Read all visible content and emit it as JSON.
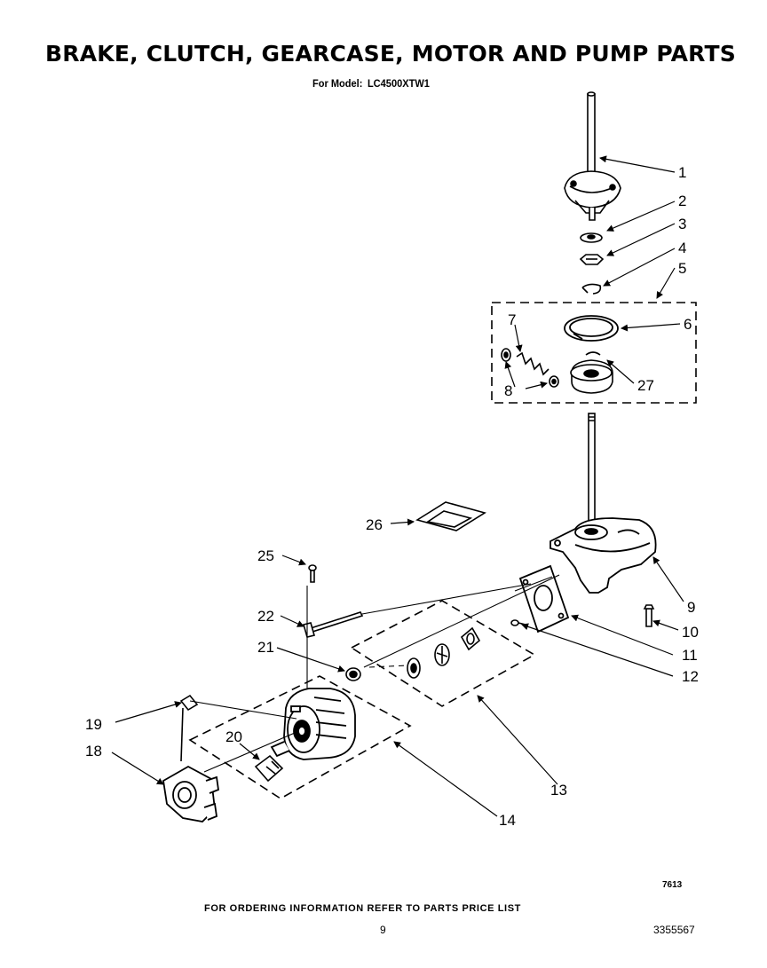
{
  "title": "BRAKE, CLUTCH, GEARCASE, MOTOR AND PUMP PARTS",
  "model": {
    "label": "For Model:",
    "value": "LC4500XTW1"
  },
  "callouts": [
    "1",
    "2",
    "3",
    "4",
    "5",
    "6",
    "7",
    "8",
    "27",
    "26",
    "25",
    "22",
    "21",
    "9",
    "10",
    "11",
    "12",
    "13",
    "14",
    "19",
    "18",
    "20"
  ],
  "footer": {
    "ref_code": "7613",
    "ordering_note": "FOR ORDERING INFORMATION REFER TO PARTS PRICE LIST",
    "page_number": "9",
    "doc_number": "3355567"
  }
}
